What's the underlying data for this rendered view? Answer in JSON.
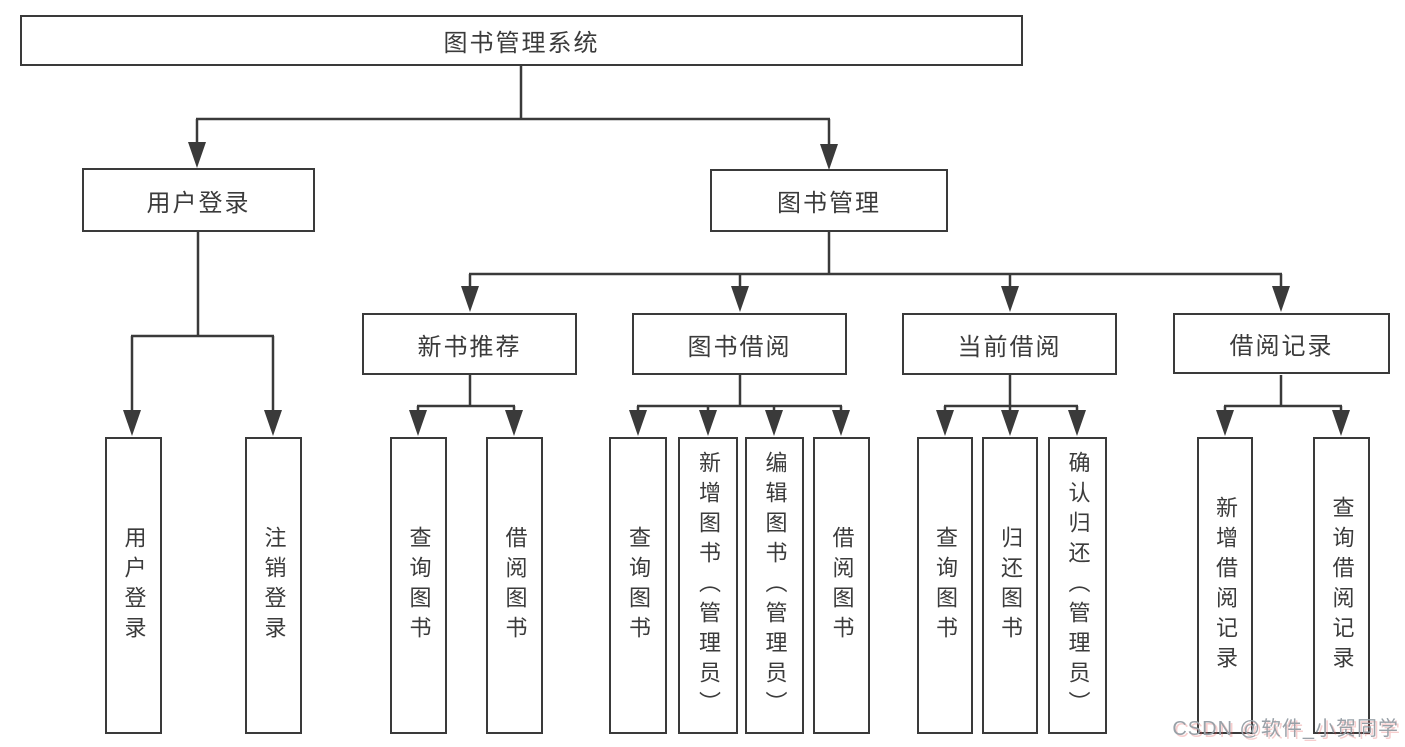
{
  "nodes": {
    "root": "图书管理系统",
    "user_login": "用户登录",
    "book_management": "图书管理",
    "new_book_rec": "新书推荐",
    "book_borrow": "图书借阅",
    "current_borrow": "当前借阅",
    "borrow_records": "借阅记录",
    "leaf_user_login": "用户登录",
    "leaf_logout": "注销登录",
    "leaf_query_book_1": "查询图书",
    "leaf_borrow_book_1": "借阅图书",
    "leaf_query_book_2": "查询图书",
    "leaf_add_book": "新增图书（管理员）",
    "leaf_edit_book": "编辑图书（管理员）",
    "leaf_borrow_book_2": "借阅图书",
    "leaf_query_book_3": "查询图书",
    "leaf_return_book": "归还图书",
    "leaf_confirm_return": "确认归还（管理员）",
    "leaf_add_borrow_record": "新增借阅记录",
    "leaf_query_borrow_record": "查询借阅记录"
  },
  "watermark": "CSDN @软件_小贺同学",
  "colors": {
    "line": "#3a3a3a",
    "text": "#3b3b3b",
    "background": "#ffffff",
    "watermark_gray": "#99a1a8"
  }
}
